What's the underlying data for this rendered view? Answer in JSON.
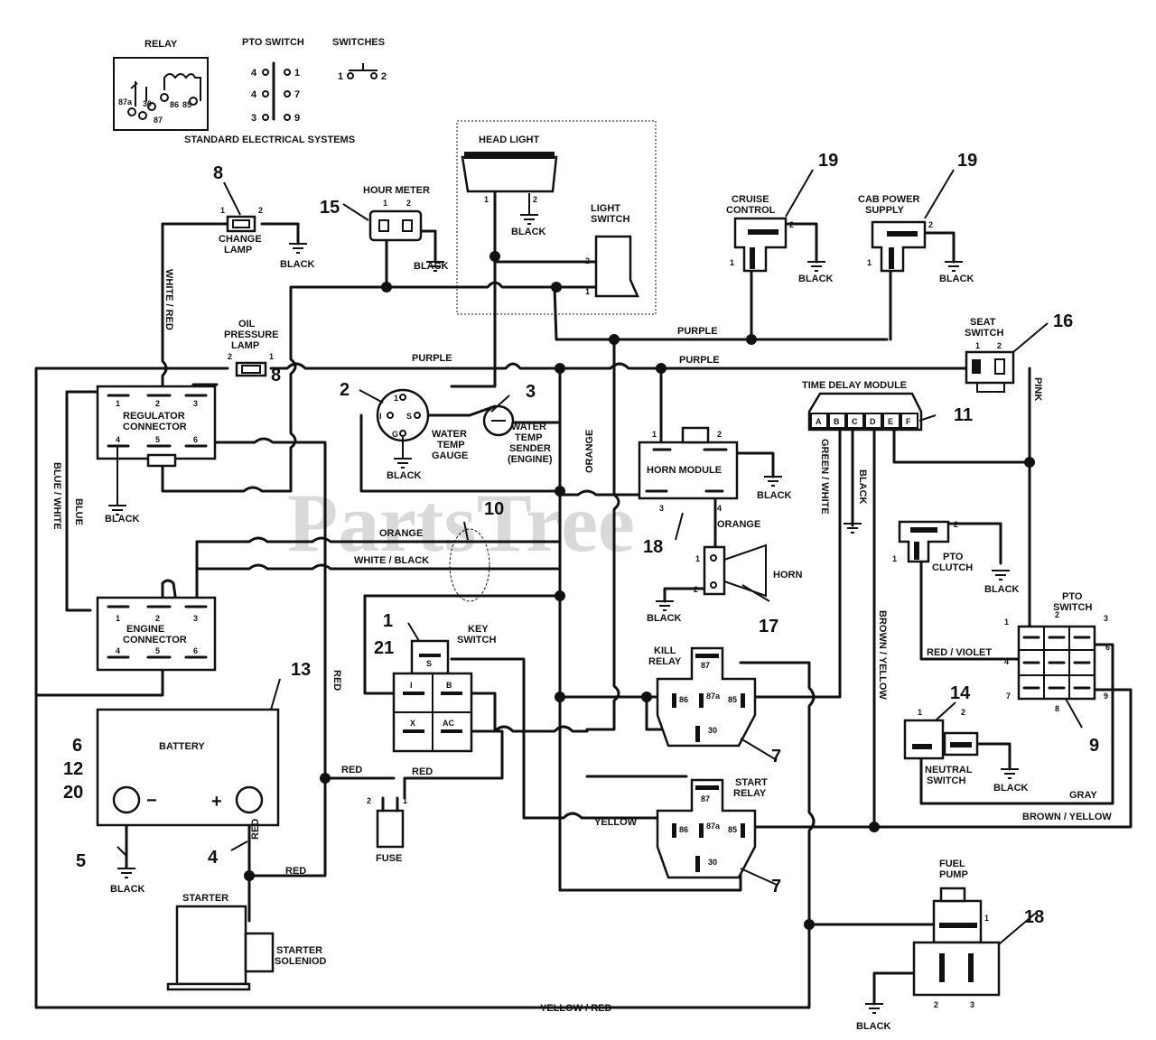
{
  "legend": {
    "relay": "RELAY",
    "pto_switch": "PTO SWITCH",
    "switches": "SWITCHES",
    "caption": "STANDARD ELECTRICAL SYSTEMS",
    "relay_pins": [
      "87a",
      "30",
      "86",
      "85",
      "87"
    ],
    "pto_pins": [
      "4",
      "1",
      "4",
      "7",
      "3",
      "9"
    ],
    "switch_pins": [
      "1",
      "2"
    ]
  },
  "watermark": "PartsTree",
  "components": {
    "head_light": "HEAD LIGHT",
    "light_switch": "LIGHT\nSWITCH",
    "hour_meter": "HOUR METER",
    "change_lamp": "CHANGE\nLAMP",
    "oil_pressure_lamp": "OIL\nPRESSURE\nLAMP",
    "regulator_connector": "REGULATOR\nCONNECTOR",
    "engine_connector": "ENGINE\nCONNECTOR",
    "water_temp_gauge": "WATER\nTEMP\nGAUGE",
    "water_temp_sender": "WATER\nTEMP\nSENDER\n(ENGINE)",
    "cruise_control": "CRUISE\nCONTROL",
    "cab_power_supply": "CAB POWER\nSUPPLY",
    "seat_switch": "SEAT\nSWITCH",
    "time_delay_module": "TIME DELAY MODULE",
    "tdm_terminals": [
      "A",
      "B",
      "C",
      "D",
      "E",
      "F"
    ],
    "horn_module": "HORN MODULE",
    "horn": "HORN",
    "pto_clutch": "PTO\nCLUTCH",
    "pto_switch": "PTO\nSWITCH",
    "key_switch": "KEY\nSWITCH",
    "key_terminals": [
      "S",
      "I",
      "B",
      "X",
      "AC"
    ],
    "kill_relay": "KILL\nRELAY",
    "start_relay": "START\nRELAY",
    "neutral_switch": "NEUTRAL\nSWITCH",
    "battery": "BATTERY",
    "battery_neg": "−",
    "battery_pos": "+",
    "fuse": "FUSE",
    "starter": "STARTER",
    "starter_solenoid": "STARTER\nSOLENIOD",
    "fuel_pump": "FUEL\nPUMP",
    "gauge_terminals": [
      "I",
      "S",
      "G"
    ]
  },
  "wires": {
    "black": "BLACK",
    "purple": "PURPLE",
    "white_red": "WHITE / RED",
    "blue_white": "BLUE / WHITE",
    "blue": "BLUE",
    "orange": "ORANGE",
    "white_black": "WHITE / BLACK",
    "red": "RED",
    "yellow": "YELLOW",
    "yellow_red": "YELLOW / RED",
    "pink": "PINK",
    "green_white": "GREEN / WHITE",
    "brown_yellow": "BROWN / YELLOW",
    "red_violet": "RED / VIOLET",
    "gray": "GRAY"
  },
  "callouts": {
    "c1": "1",
    "c21": "21",
    "c2": "2",
    "c3": "3",
    "c4": "4",
    "c5": "5",
    "c6": "6",
    "c12": "12",
    "c20": "20",
    "c7a": "7",
    "c7b": "7",
    "c8a": "8",
    "c8b": "8",
    "c9": "9",
    "c10": "10",
    "c11": "11",
    "c13": "13",
    "c14": "14",
    "c15": "15",
    "c16": "16",
    "c17": "17",
    "c18a": "18",
    "c18b": "18",
    "c19a": "19",
    "c19b": "19"
  }
}
